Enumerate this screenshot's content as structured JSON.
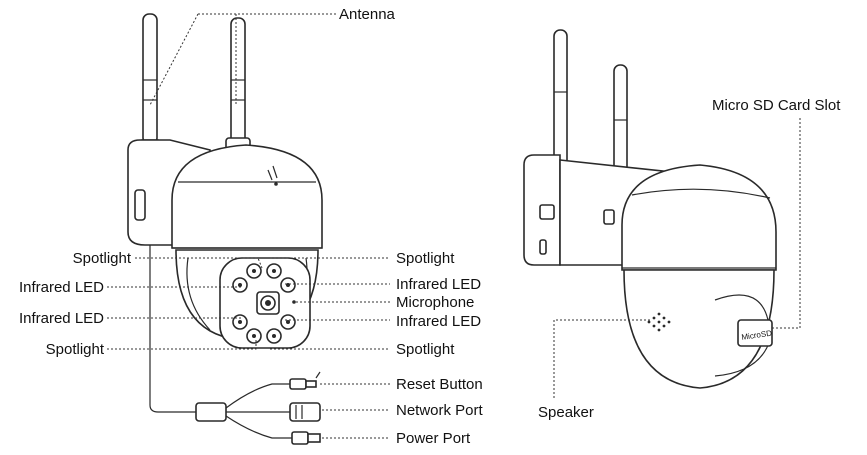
{
  "labels": {
    "antenna": "Antenna",
    "spotlight_left_top": "Spotlight",
    "infrared_led_left_top": "Infrared LED",
    "infrared_led_left_bottom": "Infrared LED",
    "spotlight_left_bottom": "Spotlight",
    "spotlight_right_top": "Spotlight",
    "infrared_led_right_top": "Infrared LED",
    "microphone": "Microphone",
    "infrared_led_right_bottom": "Infrared LED",
    "spotlight_right_bottom": "Spotlight",
    "reset_button": "Reset Button",
    "network_port": "Network Port",
    "power_port": "Power Port",
    "micro_sd_card_slot": "Micro SD Card Slot",
    "speaker": "Speaker",
    "sd_slot_marking": "MicroSD"
  }
}
